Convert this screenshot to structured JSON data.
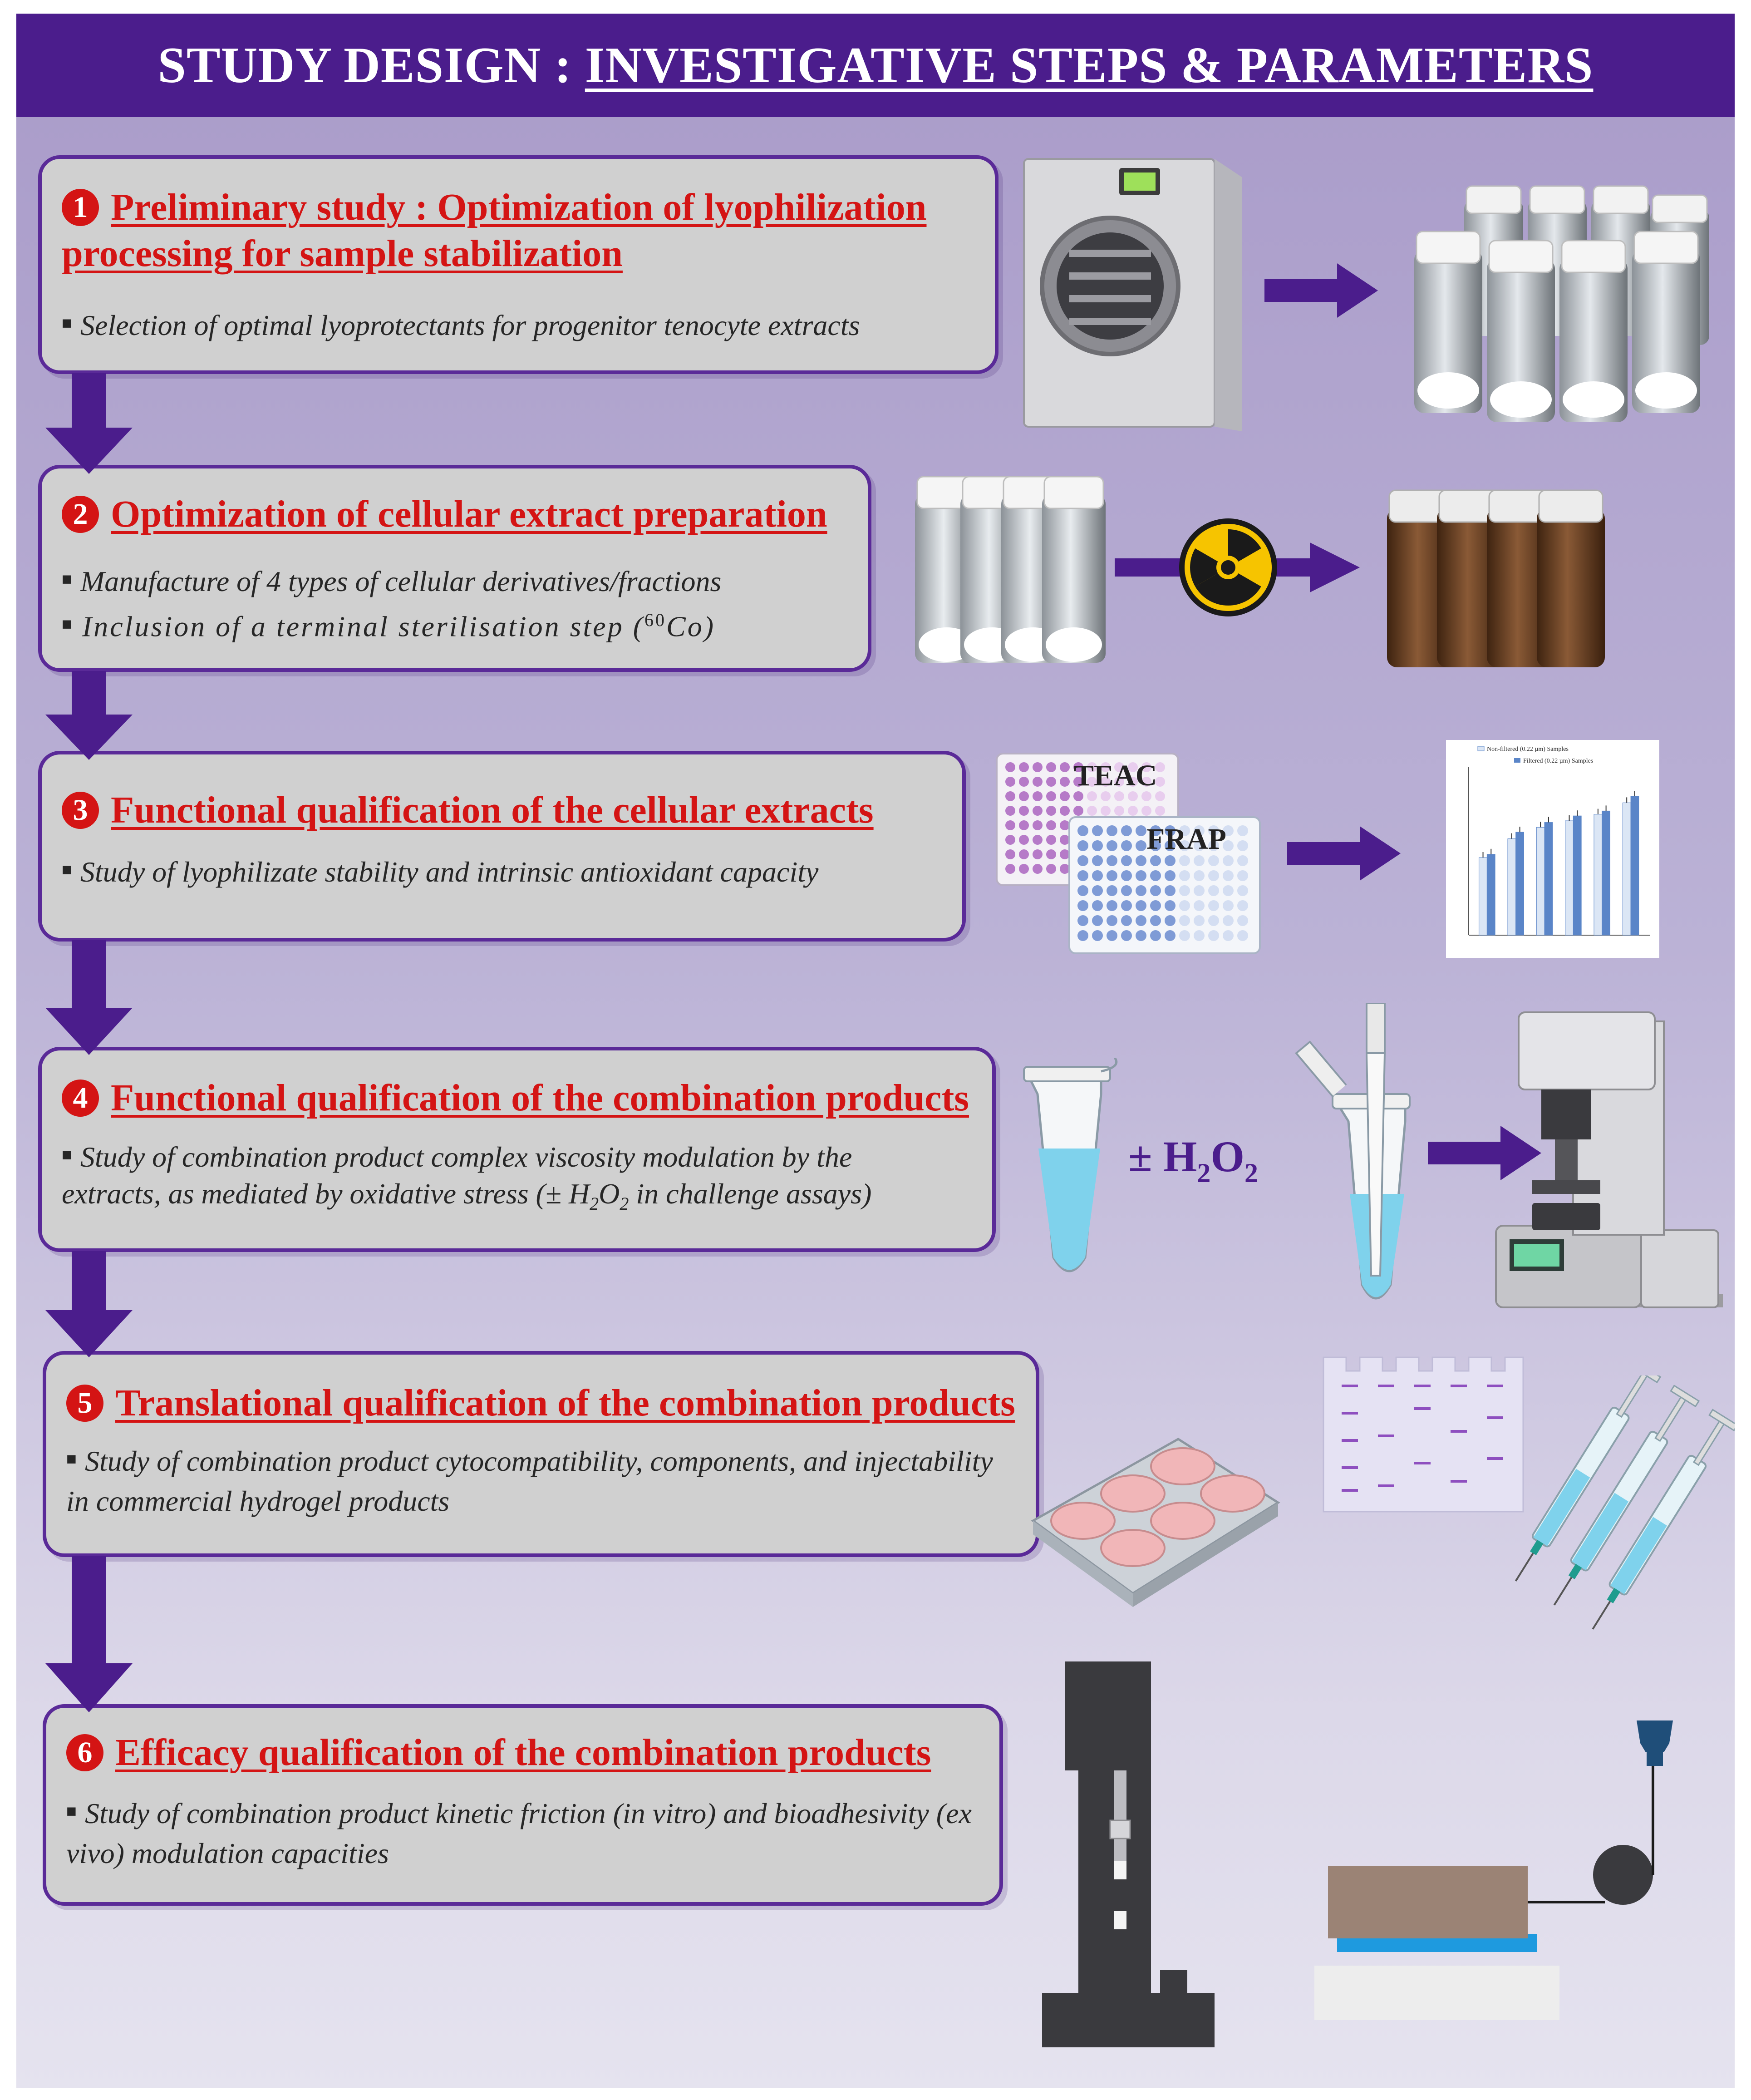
{
  "header": {
    "prefix": "STUDY DESIGN : ",
    "emphasis": "INVESTIGATIVE STEPS & PARAMETERS"
  },
  "steps": [
    {
      "number": "1",
      "title": "Preliminary study : Optimization of lyophilization processing for sample stabilization",
      "bullets": [
        "Selection of optimal lyoprotectants for progenitor tenocyte extracts"
      ]
    },
    {
      "number": "2",
      "title": "Optimization of cellular extract preparation",
      "bullets": [
        "Manufacture of 4 types of cellular derivatives/fractions"
      ],
      "bullet2_pre": "Inclusion of a terminal sterilisation step (",
      "bullet2_sup": "60",
      "bullet2_post": "Co)"
    },
    {
      "number": "3",
      "title": "Functional qualification of the cellular extracts",
      "bullets": [
        "Study of lyophilizate stability and intrinsic antioxidant capacity"
      ]
    },
    {
      "number": "4",
      "title": "Functional qualification of the combination products",
      "bullet_line1": "Study of combination product complex viscosity modulation by the",
      "bullet_line2_pre": "extracts, as mediated by oxidative stress (± H",
      "bullet_line2_sub1": "2",
      "bullet_line2_mid": "O",
      "bullet_line2_sub2": "2",
      "bullet_line2_post": " in challenge assays)"
    },
    {
      "number": "5",
      "title": "Translational qualification of the combination products",
      "bullets": [
        "Study of combination product cytocompatibility, components, and injectability in commercial hydrogel products"
      ]
    },
    {
      "number": "6",
      "title": "Efficacy qualification of the combination products",
      "bullets": [
        "Study of combination product kinetic friction (in vitro) and bioadhesivity (ex vivo) modulation capacities"
      ]
    }
  ],
  "assays": {
    "teac": "TEAC",
    "frap": "FRAP"
  },
  "chart_inset": {
    "legend1": "Non-filtered (0.22 µm) Samples",
    "legend2": "Filtered (0.22 µm) Samples"
  },
  "h2o2": {
    "pm": "± H",
    "sub1": "2",
    "o": "O",
    "sub2": "2"
  },
  "chart_data": {
    "type": "bar",
    "title": "",
    "categories": [
      "",
      "",
      "",
      "",
      "",
      ""
    ],
    "series": [
      {
        "name": "Non-filtered (0.22 µm) Samples",
        "values": [
          95,
          118,
          132,
          140,
          148,
          162
        ]
      },
      {
        "name": "Filtered (0.22 µm) Samples",
        "values": [
          99,
          126,
          138,
          146,
          152,
          170
        ]
      }
    ],
    "ylim": [
      0,
      200
    ],
    "colors": [
      "#dbe6f5",
      "#5a85c8"
    ]
  },
  "colors": {
    "header": "#4b1d8c",
    "arrow": "#4b1d8c",
    "title_red": "#d41414",
    "box_fill": "#d0d0d0"
  }
}
